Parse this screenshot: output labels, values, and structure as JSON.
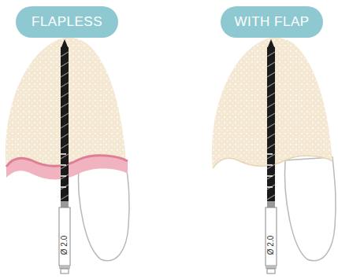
{
  "diagram": {
    "nodes": [
      {
        "text": [
          "FLAPLESS"
        ]
      },
      {
        "text": [
          "WITH FLAP"
        ]
      }
    ],
    "labels": [
      "Ø 2.0",
      "Ø 2.0"
    ]
  }
}
